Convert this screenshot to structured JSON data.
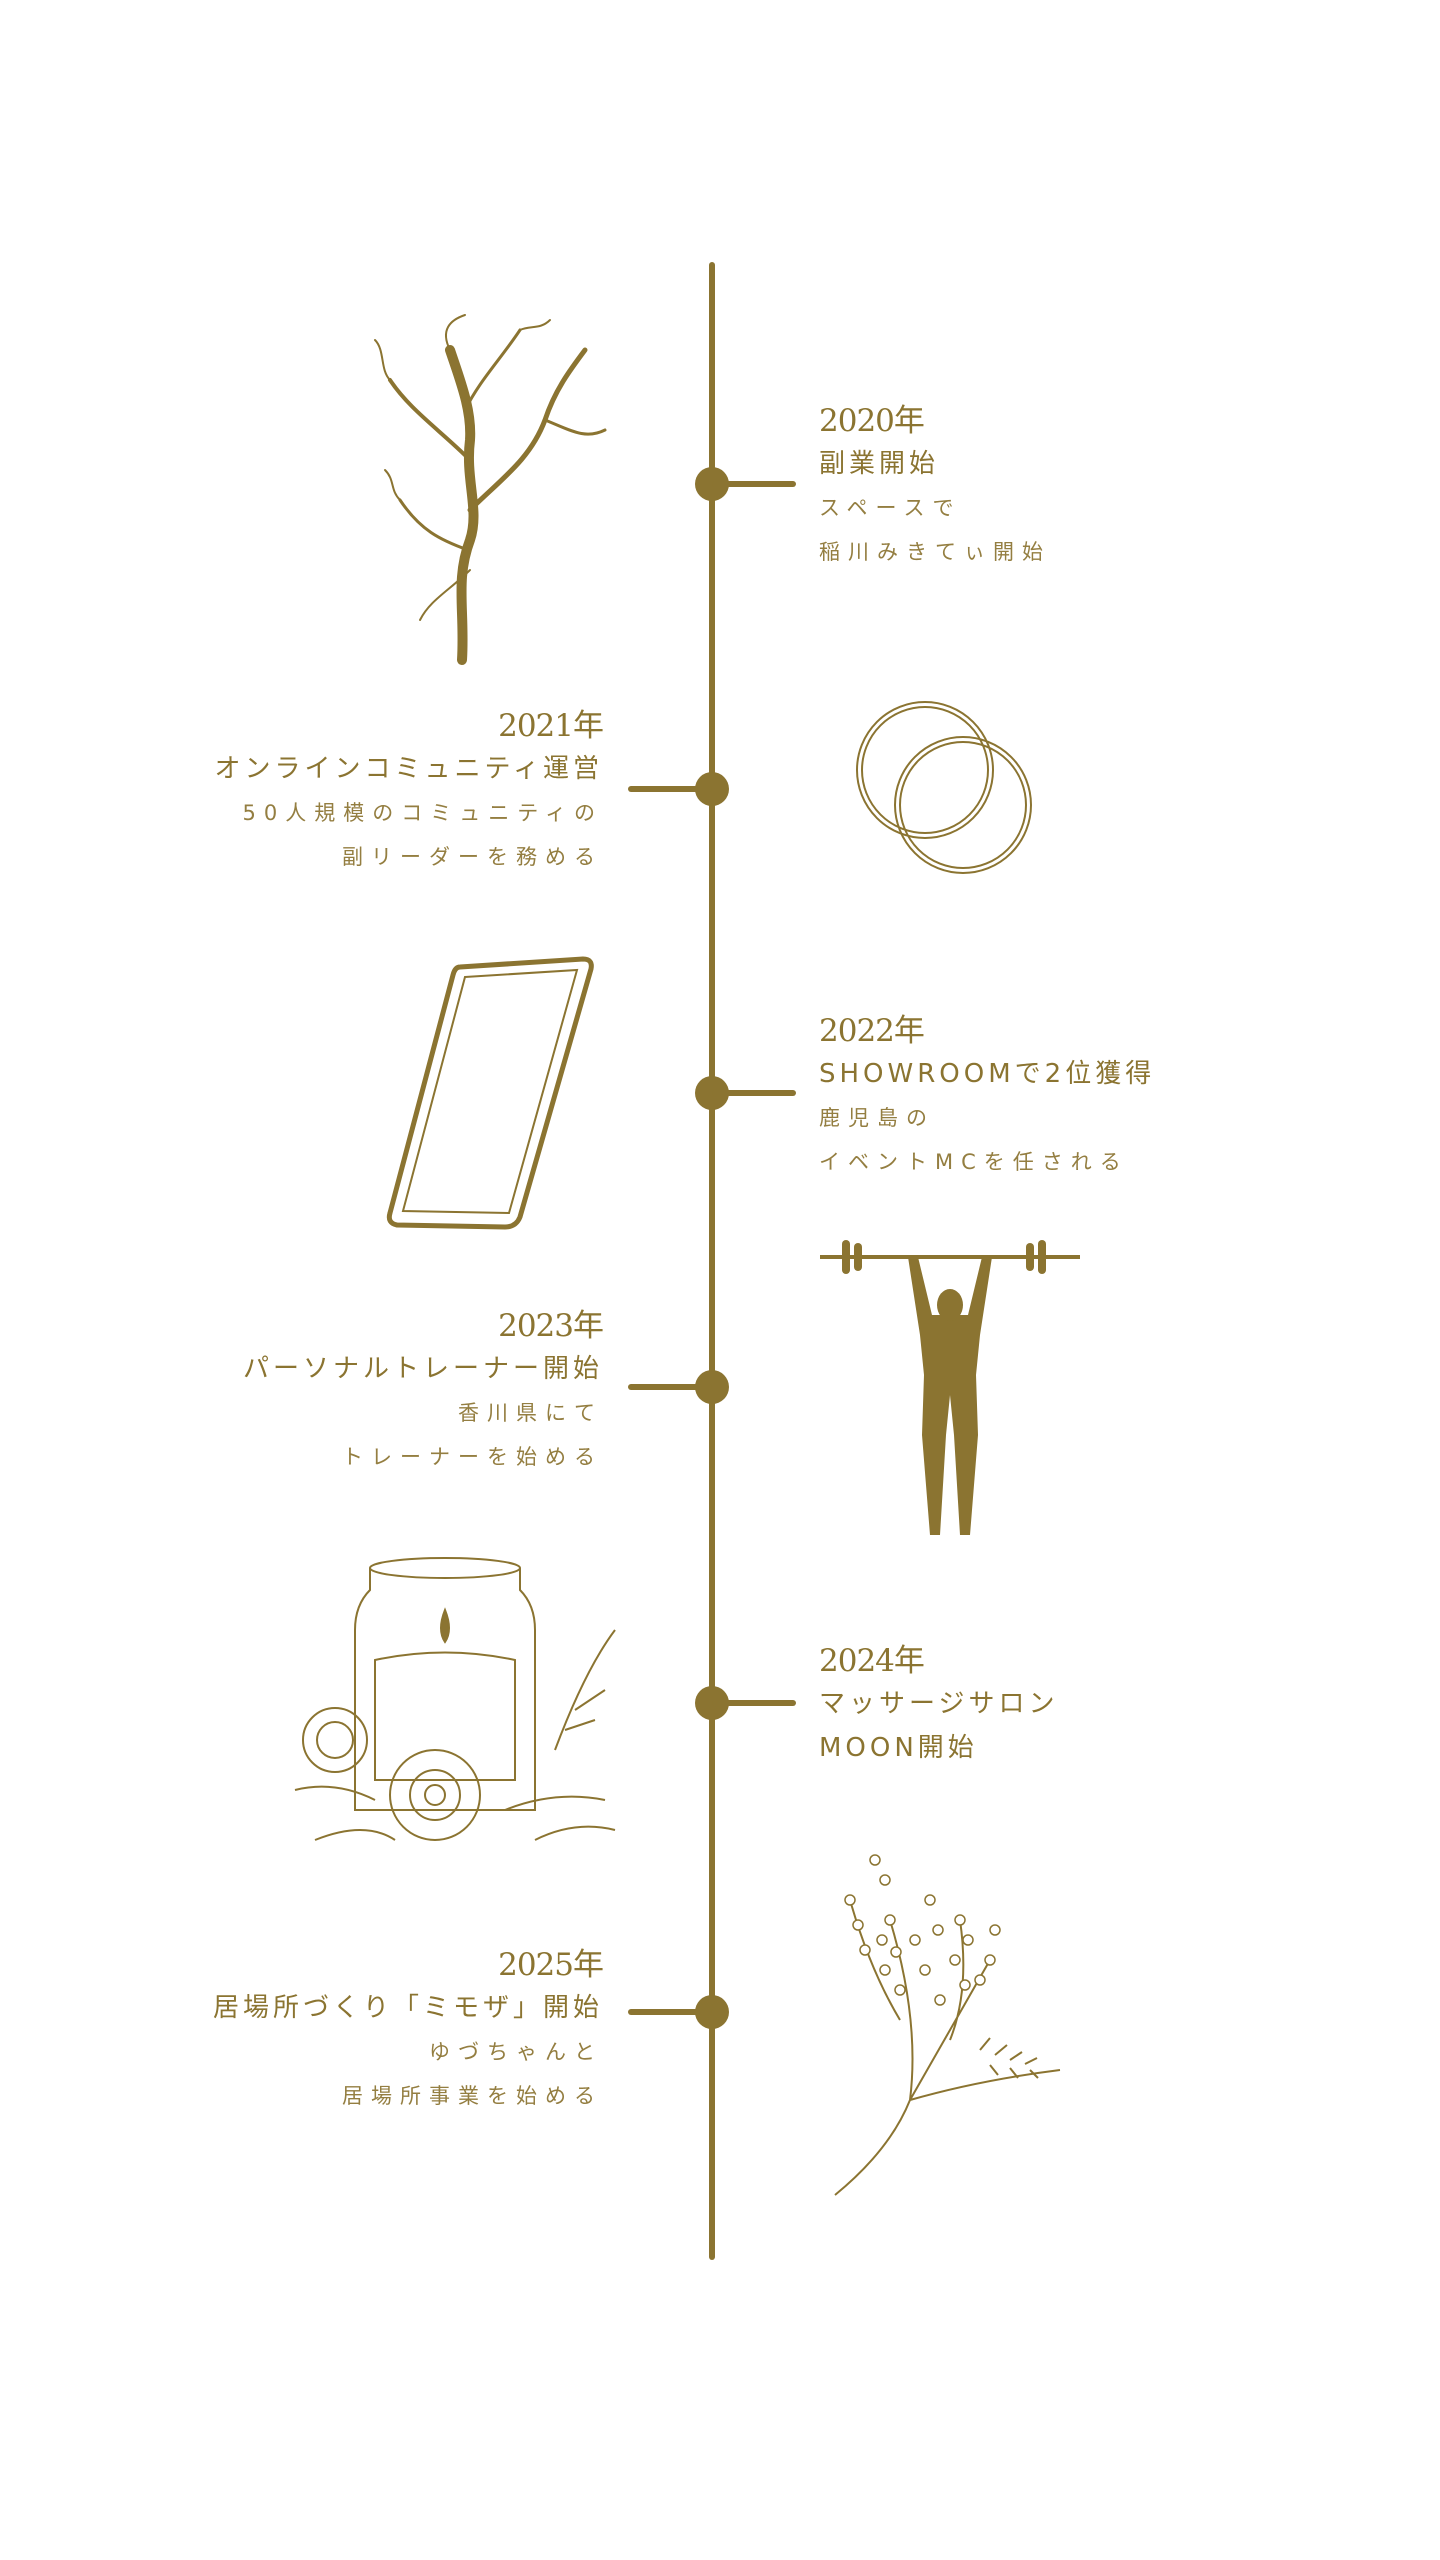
{
  "accent_color": "#8b7431",
  "timeline": [
    {
      "year": "2020年",
      "title": "副業開始",
      "lines": [
        "スペースで",
        "稲川みきてぃ開始"
      ],
      "side": "right",
      "illustration": "tree-icon"
    },
    {
      "year": "2021年",
      "title": "オンラインコミュニティ運営",
      "lines": [
        "50人規模のコミュニティの",
        "副リーダーを務める"
      ],
      "side": "left",
      "illustration": "rings-icon"
    },
    {
      "year": "2022年",
      "title": "SHOWROOMで2位獲得",
      "lines": [
        "鹿児島の",
        "イベントMCを任される"
      ],
      "side": "right",
      "illustration": "smartphone-icon"
    },
    {
      "year": "2023年",
      "title": "パーソナルトレーナー開始",
      "lines": [
        "香川県にて",
        "トレーナーを始める"
      ],
      "side": "left",
      "illustration": "weightlifter-icon"
    },
    {
      "year": "2024年",
      "title": "マッサージサロン",
      "lines": [
        "MOON開始"
      ],
      "side": "right",
      "illustration": "candle-jar-icon"
    },
    {
      "year": "2025年",
      "title": "居場所づくり「ミモザ」開始",
      "lines": [
        "ゆづちゃんと",
        "居場所事業を始める"
      ],
      "side": "left",
      "illustration": "mimosa-icon"
    }
  ]
}
